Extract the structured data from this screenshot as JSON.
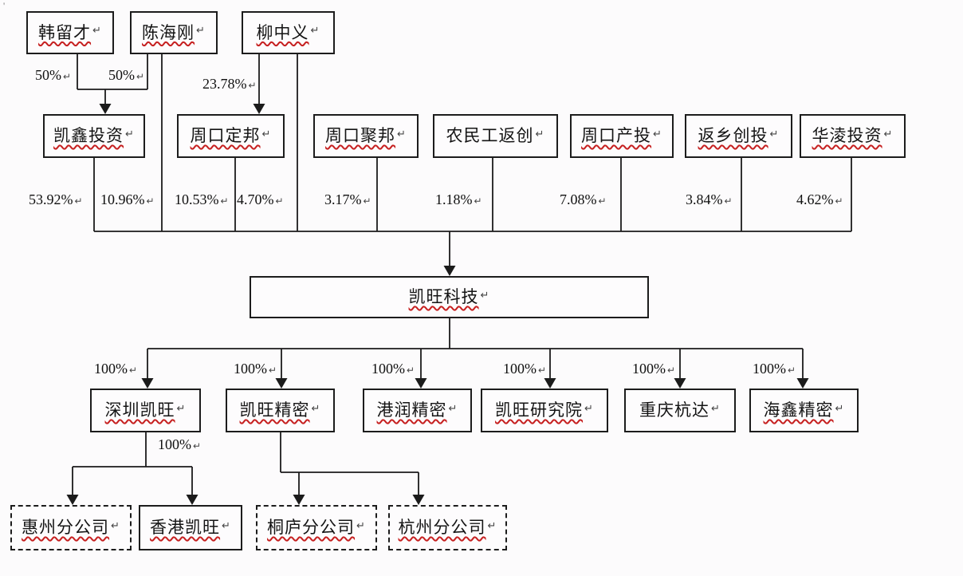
{
  "stray_mark": "'",
  "return_mark": "↵",
  "colors": {
    "background": "#fcfbfc",
    "line": "#1b1b1b",
    "box_border": "#1c1c1c",
    "spellcheck_underline": "#c62020"
  },
  "nodes": {
    "han_liucai": {
      "label": "韩留才"
    },
    "chen_haigang": {
      "label": "陈海刚"
    },
    "liu_zhongyi": {
      "label": "柳中义"
    },
    "kaixin": {
      "label": "凯鑫投资"
    },
    "dingbang": {
      "label": "周口定邦"
    },
    "jubang": {
      "label": "周口聚邦"
    },
    "nongmingong": {
      "label": "农民工返创"
    },
    "chantou": {
      "label": "周口产投"
    },
    "fanxiang": {
      "label": "返乡创投"
    },
    "hualing": {
      "label": "华淩投资"
    },
    "kaiwang": {
      "label": "凯旺科技"
    },
    "shenzhen_kw": {
      "label": "深圳凯旺"
    },
    "kw_jingmi": {
      "label": "凯旺精密"
    },
    "gangrun": {
      "label": "港润精密"
    },
    "kw_yanjiuyuan": {
      "label": "凯旺研究院"
    },
    "chongqing_hd": {
      "label": "重庆杭达"
    },
    "haixin": {
      "label": "海鑫精密"
    },
    "huizhou": {
      "label": "惠州分公司"
    },
    "hk_kaiwang": {
      "label": "香港凯旺"
    },
    "tonglu": {
      "label": "桐庐分公司"
    },
    "hangzhou": {
      "label": "杭州分公司"
    }
  },
  "edges": [
    {
      "from": "韩留才",
      "to": "凯鑫投资",
      "percent": "50%"
    },
    {
      "from": "陈海刚",
      "to": "凯鑫投资",
      "percent": "50%"
    },
    {
      "from": "柳中义",
      "to": "周口定邦",
      "percent": "23.78%"
    },
    {
      "from": "凯鑫投资",
      "to": "凯旺科技",
      "percent": "53.92%"
    },
    {
      "from": "陈海刚",
      "to": "凯旺科技",
      "percent": "10.96%"
    },
    {
      "from": "周口定邦",
      "to": "凯旺科技",
      "percent": "10.53%"
    },
    {
      "from": "柳中义",
      "to": "凯旺科技",
      "percent": "4.70%"
    },
    {
      "from": "周口聚邦",
      "to": "凯旺科技",
      "percent": "3.17%"
    },
    {
      "from": "农民工返创",
      "to": "凯旺科技",
      "percent": "1.18%"
    },
    {
      "from": "周口产投",
      "to": "凯旺科技",
      "percent": "7.08%"
    },
    {
      "from": "返乡创投",
      "to": "凯旺科技",
      "percent": "3.84%"
    },
    {
      "from": "华淩投资",
      "to": "凯旺科技",
      "percent": "4.62%"
    },
    {
      "from": "凯旺科技",
      "to": "深圳凯旺",
      "percent": "100%"
    },
    {
      "from": "凯旺科技",
      "to": "凯旺精密",
      "percent": "100%"
    },
    {
      "from": "凯旺科技",
      "to": "港润精密",
      "percent": "100%"
    },
    {
      "from": "凯旺科技",
      "to": "凯旺研究院",
      "percent": "100%"
    },
    {
      "from": "凯旺科技",
      "to": "重庆杭达",
      "percent": "100%"
    },
    {
      "from": "凯旺科技",
      "to": "海鑫精密",
      "percent": "100%"
    },
    {
      "from": "深圳凯旺",
      "to": "惠州分公司、香港凯旺",
      "percent": "100%"
    },
    {
      "from": "凯旺精密",
      "to": "桐庐分公司",
      "percent": ""
    },
    {
      "from": "凯旺精密",
      "to": "杭州分公司",
      "percent": ""
    }
  ]
}
